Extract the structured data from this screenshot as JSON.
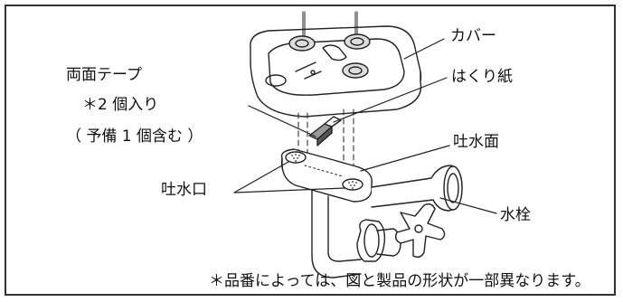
{
  "labels": {
    "cover": "カバー",
    "release_paper": "はくり紙",
    "double_tape_line1": "両面テープ",
    "double_tape_line2": "＊2 個入り",
    "double_tape_line3": "（ 予備 1 個含む ）",
    "spout_surface": "吐水面",
    "spout_outlet": "吐水口",
    "faucet": "水栓"
  },
  "footnote": "＊品番によっては、図と製品の形状が一部異なります。"
}
